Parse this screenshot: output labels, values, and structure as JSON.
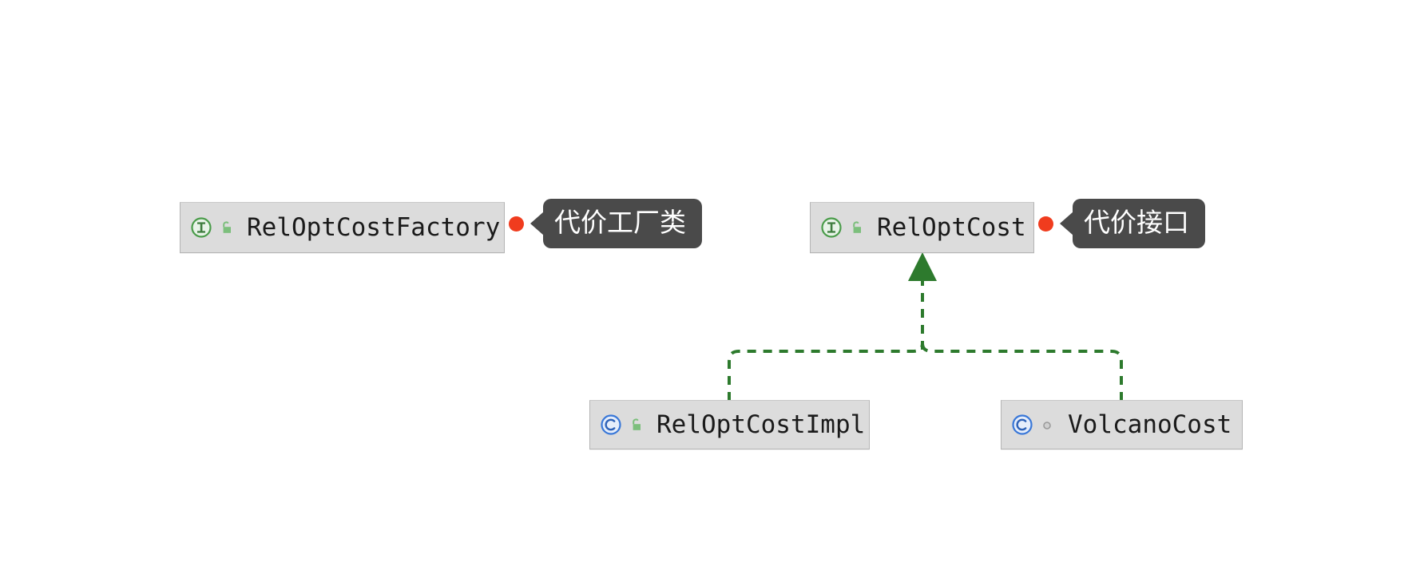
{
  "diagram": {
    "title": "RelOptCost UML class diagram",
    "background_color": "#ffffff",
    "node_fill_color": "#dcdcdc",
    "node_border_color": "#b4b4b4",
    "edge_color": "#2d7a2d",
    "annotation_bubble_color": "#4a4a4a",
    "annotation_dot_color": "#f03c1e",
    "interface_icon_color": "#4a9c4a",
    "class_icon_color": "#3a78d8",
    "lock_icon_color": "#7cbf7c"
  },
  "nodes": [
    {
      "id": "reloptcostfactory",
      "label": "RelOptCostFactory",
      "kind": "interface",
      "kind_icon": "interface-icon",
      "visibility": "public",
      "visibility_icon": "unlocked-icon"
    },
    {
      "id": "reloptcost",
      "label": "RelOptCost",
      "kind": "interface",
      "kind_icon": "interface-icon",
      "visibility": "public",
      "visibility_icon": "unlocked-icon"
    },
    {
      "id": "reloptcostimpl",
      "label": "RelOptCostImpl",
      "kind": "class",
      "kind_icon": "class-icon",
      "visibility": "public",
      "visibility_icon": "unlocked-icon"
    },
    {
      "id": "volcanocost",
      "label": "VolcanoCost",
      "kind": "class",
      "kind_icon": "class-icon",
      "visibility": "package-private",
      "visibility_icon": "package-private-icon"
    }
  ],
  "annotations": [
    {
      "id": "factory-note",
      "text": "代价工厂类",
      "target": "reloptcostfactory"
    },
    {
      "id": "interface-note",
      "text": "代价接口",
      "target": "reloptcost"
    }
  ],
  "edges": [
    {
      "id": "edge-impl",
      "from": "reloptcostimpl",
      "to": "reloptcost",
      "relation": "implements",
      "style": "dashed",
      "arrow": "hollow-triangle-solid"
    },
    {
      "id": "edge-volcano",
      "from": "volcanocost",
      "to": "reloptcost",
      "relation": "implements",
      "style": "dashed",
      "arrow": "hollow-triangle-solid"
    }
  ]
}
